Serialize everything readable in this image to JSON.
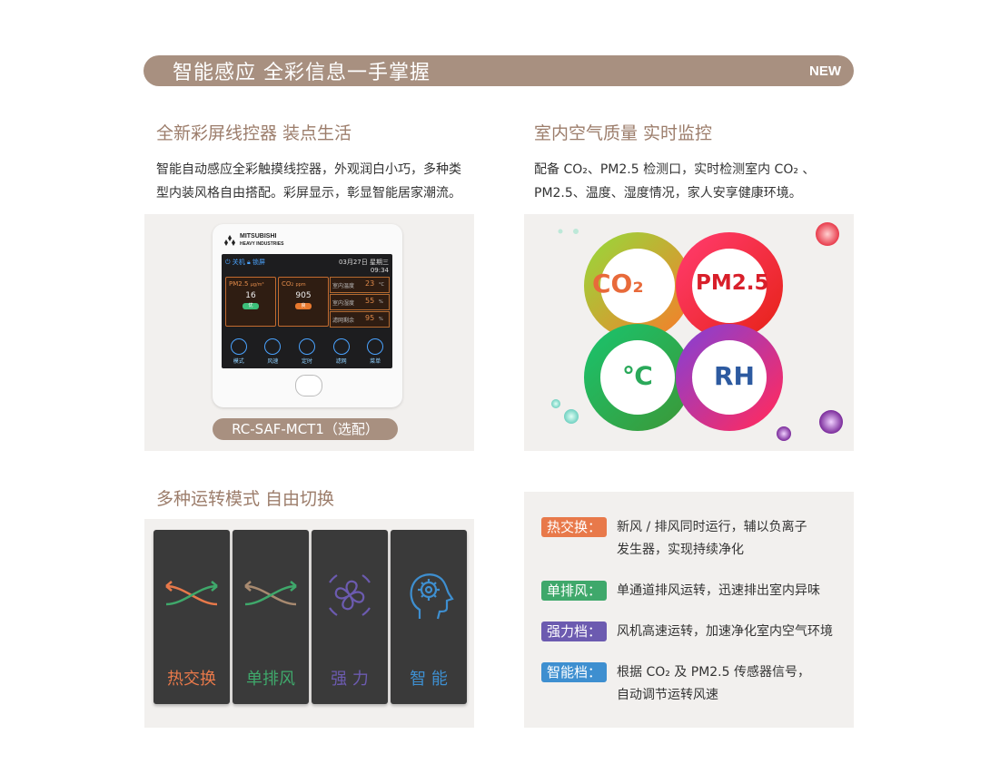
{
  "banner": {
    "title": "智能感应 全彩信息一手掌握",
    "badge": "NEW"
  },
  "section1": {
    "title": "全新彩屏线控器 装点生活",
    "desc_lines": [
      "智能自动感应全彩触摸线控器，外观润白小巧，多种类",
      "型内装风格自由搭配。彩屏显示，彰显智能居家潮流。"
    ]
  },
  "section2": {
    "title": "室内空气质量 实时监控",
    "desc_lines": [
      "配备 CO₂、PM2.5 检测口，实时检测室内 CO₂ 、",
      "PM2.5、温度、湿度情况，家人安享健康环境。"
    ]
  },
  "section3": {
    "title": "多种运转模式 自由切换"
  },
  "controller": {
    "brand": "MITSUBISHI",
    "brand_sub": "HEAVY INDUSTRIES",
    "screen": {
      "power_label": "关机",
      "lock_label": "锁屏",
      "date": "03月27日",
      "weekday": "星期三",
      "time": "09:34",
      "pm25_label": "PM2.5",
      "pm25_unit": "μg/m³",
      "pm25_value": "16",
      "pm25_level": "优",
      "co2_label": "CO₂",
      "co2_unit": "ppm",
      "co2_value": "905",
      "co2_level": "良",
      "rows": [
        {
          "label": "室内温度",
          "value": "23",
          "unit": "°C"
        },
        {
          "label": "室内湿度",
          "value": "55",
          "unit": "%"
        },
        {
          "label": "滤网剩余",
          "value": "95",
          "unit": "%"
        }
      ],
      "buttons": [
        "模式",
        "风速",
        "定时",
        "滤网",
        "菜单"
      ]
    },
    "model": "RC-SAF-MCT1（选配）"
  },
  "sensors": {
    "co2": "CO₂",
    "pm25": "PM2.5",
    "temp": "℃",
    "rh": "RH"
  },
  "modes": [
    {
      "label": "热交换",
      "color": "#e8794a",
      "icon": "heat-exchange-icon"
    },
    {
      "label": "单排风",
      "color": "#3fa86b",
      "icon": "single-exhaust-icon"
    },
    {
      "label": "强 力",
      "color": "#6c5bb0",
      "icon": "fan-icon"
    },
    {
      "label": "智 能",
      "color": "#3e8fd0",
      "icon": "smart-head-icon"
    }
  ],
  "legend": [
    {
      "tag": "热交换：",
      "color": "#e8794a",
      "lines": [
        "新风 / 排风同时运行，辅以负离子",
        "发生器，实现持续净化"
      ]
    },
    {
      "tag": "单排风：",
      "color": "#3fa86b",
      "lines": [
        "单通道排风运转，迅速排出室内异味"
      ]
    },
    {
      "tag": "强力档：",
      "color": "#6c5bb0",
      "lines": [
        "风机高速运转，加速净化室内空气环境"
      ]
    },
    {
      "tag": "智能档：",
      "color": "#3e8fd0",
      "lines": [
        "根据 CO₂ 及 PM2.5 传感器信号，",
        "自动调节运转风速"
      ]
    }
  ]
}
